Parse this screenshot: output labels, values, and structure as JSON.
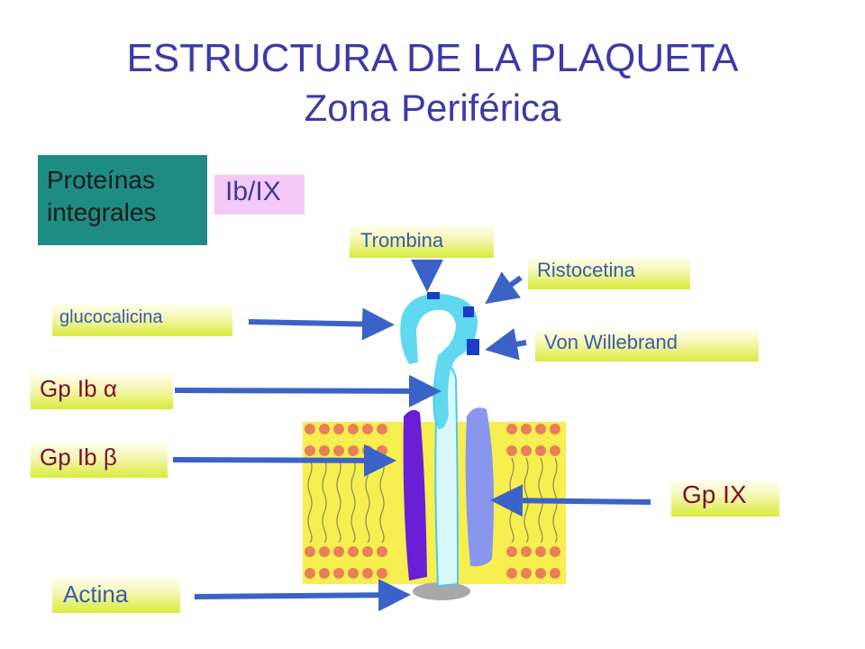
{
  "title": "ESTRUCTURA DE LA PLAQUETA",
  "subtitle": "Zona Periférica",
  "integral_box": {
    "line1": "Proteínas",
    "line2": "integrales"
  },
  "complex_tag": "Ib/IX",
  "labels": {
    "trombina": "Trombina",
    "ristocetina": "Ristocetina",
    "von_willebrand": "Von Willebrand",
    "glucocalicina": "glucocalicina",
    "gp_ib_alpha": "Gp Ib α",
    "gp_ib_beta": "Gp Ib β",
    "gp_ix": "Gp IX",
    "actina": "Actina"
  },
  "colors": {
    "title": "#3a3aa8",
    "teal_box": "#1f8c84",
    "pink_box": "#f6c8f6",
    "arrow": "#3a62c8",
    "membrane_yellow": "#f7ee50",
    "lipid_head": "#e8805a",
    "gp_ib_alpha_head": "#5fd8f0",
    "gp_ib_beta": "#6a1ed6",
    "gp_ix": "#8896ee",
    "actin": "#a8a8a8"
  }
}
